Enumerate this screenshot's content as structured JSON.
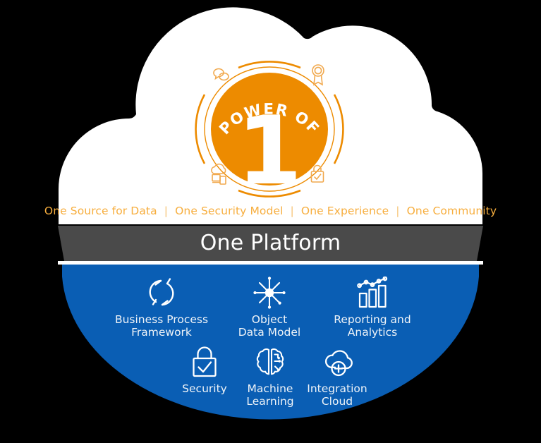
{
  "colors": {
    "background": "#000000",
    "cloud": "#FFFFFF",
    "orange": "#ED8B00",
    "orange_light": "#F7AE3E",
    "blue": "#0A5EB4",
    "gray_band": "#4A4A4A",
    "label_text": "#EEF3F8"
  },
  "badge": {
    "arc_text": "POWER OF",
    "numeral": "1",
    "orbit_icons": [
      {
        "name": "chat-bubbles-icon",
        "position": "top-left"
      },
      {
        "name": "award-ribbon-icon",
        "position": "top-right"
      },
      {
        "name": "cloud-devices-icon",
        "position": "bottom-left"
      },
      {
        "name": "lock-check-icon",
        "position": "bottom-right"
      }
    ]
  },
  "tagline": {
    "separator": "|",
    "items": [
      "One Source for Data",
      "One Security Model",
      "One Experience",
      "One Community"
    ]
  },
  "platform_band": {
    "title": "One Platform"
  },
  "features": [
    {
      "icon": "refresh-cycle-icon",
      "label": "Business Process\nFramework"
    },
    {
      "icon": "object-data-node-icon",
      "label": "Object\nData Model"
    },
    {
      "icon": "bar-chart-trend-icon",
      "label": "Reporting and\nAnalytics"
    },
    {
      "icon": "padlock-check-icon",
      "label": "Security"
    },
    {
      "icon": "brain-circuit-icon",
      "label": "Machine\nLearning"
    },
    {
      "icon": "cloud-plus-icon",
      "label": "Integration\nCloud"
    }
  ]
}
